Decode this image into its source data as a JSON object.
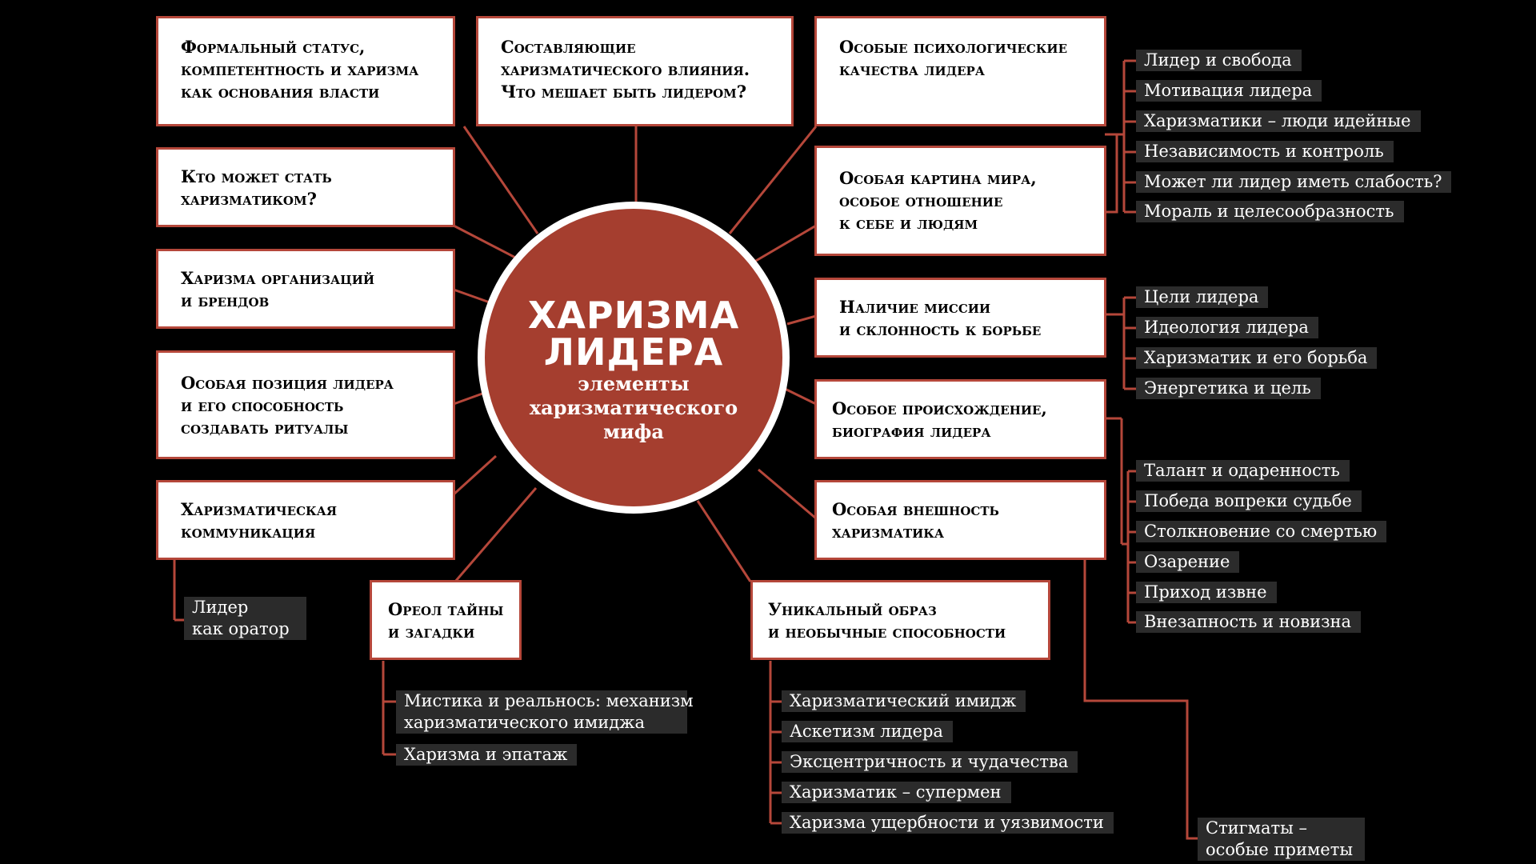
{
  "diagram": {
    "center": {
      "title_line1": "ХАРИЗМА",
      "title_line2": "ЛИДЕРА",
      "subtitle_line1": "элементы",
      "subtitle_line2": "харизматического",
      "subtitle_line3": "мифа"
    },
    "boxes": {
      "formal_status": [
        "Формальный статус,",
        "компетентность и харизма",
        "как основания власти"
      ],
      "components": [
        "Составляющие",
        "харизматического влияния.",
        "Что мешает быть лидером?"
      ],
      "psych_qualities": [
        "Особые психологические",
        "качества лидера"
      ],
      "who_can": [
        "Кто может стать",
        "харизматиком?"
      ],
      "worldview": [
        "Особая картина мира,",
        "особое отношение",
        "к себе и людям"
      ],
      "organizations": [
        "Харизма организаций",
        "и брендов"
      ],
      "mission": [
        "Наличие миссии",
        "и склонность к борьбе"
      ],
      "position": [
        "Особая позиция лидера",
        "и его способность",
        "создавать ритуалы"
      ],
      "origin": [
        "Особое происхождение,",
        "биография лидера"
      ],
      "communication": [
        "Харизматическая",
        "коммуникация"
      ],
      "appearance": [
        "Особая внешность",
        "харизматика"
      ],
      "aura": [
        "Ореол тайны",
        "и загадки"
      ],
      "unique_image": [
        "Уникальный образ",
        "и необычные способности"
      ]
    },
    "tags": {
      "psych": [
        "Лидер и свобода",
        "Мотивация лидера",
        "Харизматики – люди идейные",
        "Независимость и контроль",
        "Может ли лидер иметь слабость?",
        "Мораль и целесообразность"
      ],
      "mission": [
        "Цели лидера",
        "Идеология лидера",
        "Харизматик и его борьба",
        "Энергетика и цель"
      ],
      "origin": [
        "Талант и одаренность",
        "Победа вопреки судьбе",
        "Столкновение со смертью",
        "Озарение",
        "Приход извне",
        "Внезапность и новизна"
      ],
      "communication": [
        "Лидер",
        "как оратор"
      ],
      "aura": [
        "Мистика и реальнось: механизм",
        "харизматического имиджа",
        "Харизма и эпатаж"
      ],
      "unique": [
        "Харизматический имидж",
        "Аскетизм лидера",
        "Эксцентричность и чудачества",
        "Харизматик – супермен",
        "Харизма ущербности и уязвимости"
      ],
      "appearance": [
        "Стигматы –",
        "особые приметы"
      ]
    },
    "colors": {
      "accent": "#a53e2f",
      "box_border": "#b5473a",
      "tag_bg": "#2b2b2b",
      "background": "#000000"
    }
  }
}
